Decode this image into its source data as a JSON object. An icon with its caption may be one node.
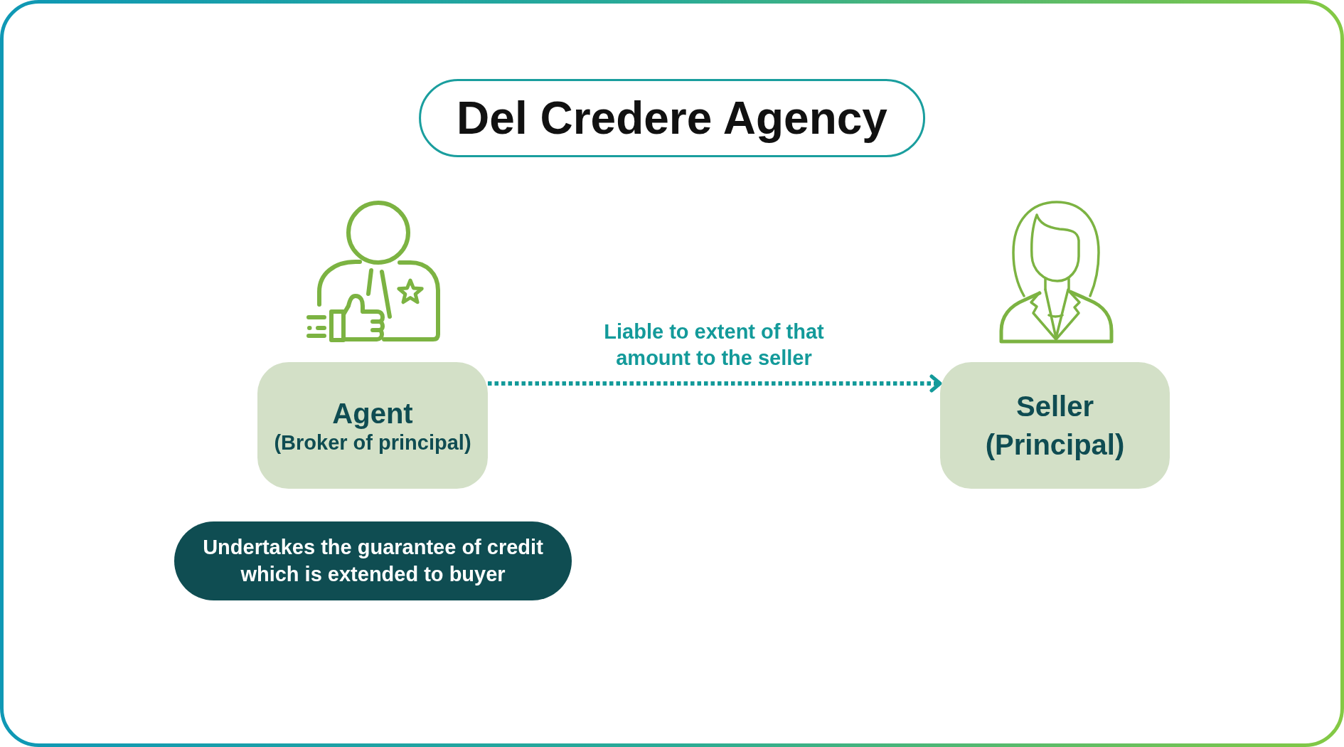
{
  "diagram": {
    "title": "Del Credere Agency",
    "nodes": [
      {
        "text": [
          "Agent",
          "(Broker of principal)"
        ]
      },
      {
        "text": [
          "Seller (Principal)"
        ]
      },
      {
        "text": [
          "Undertakes the guarantee of credit which is extended to buyer"
        ]
      }
    ],
    "edges": [
      {
        "from": 0,
        "to": 1,
        "arrow": "to",
        "label": "Liable to extent of that amount to the seller",
        "style": "dashed"
      }
    ]
  }
}
